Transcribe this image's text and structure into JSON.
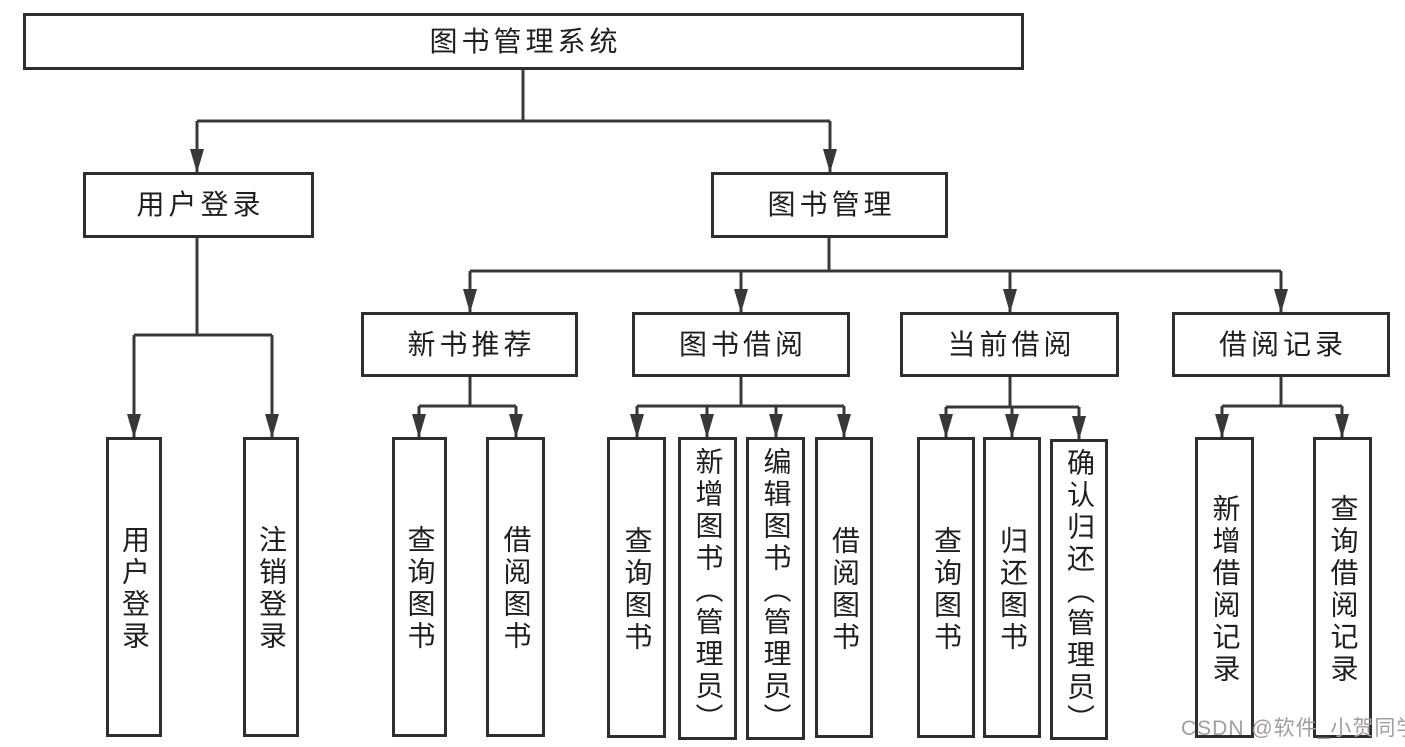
{
  "diagram_title": "图书管理系统",
  "tree": {
    "label": "图书管理系统",
    "children": [
      {
        "label": "用户登录",
        "children": [
          {
            "label": "用户登录"
          },
          {
            "label": "注销登录"
          }
        ]
      },
      {
        "label": "图书管理",
        "children": [
          {
            "label": "新书推荐",
            "children": [
              {
                "label": "查询图书"
              },
              {
                "label": "借阅图书"
              }
            ]
          },
          {
            "label": "图书借阅",
            "children": [
              {
                "label": "查询图书"
              },
              {
                "label": "新增图书（管理员）"
              },
              {
                "label": "编辑图书（管理员）"
              },
              {
                "label": "借阅图书"
              }
            ]
          },
          {
            "label": "当前借阅",
            "children": [
              {
                "label": "查询图书"
              },
              {
                "label": "归还图书"
              },
              {
                "label": "确认归还（管理员）"
              }
            ]
          },
          {
            "label": "借阅记录",
            "children": [
              {
                "label": "新增借阅记录"
              },
              {
                "label": "查询借阅记录"
              }
            ]
          }
        ]
      }
    ]
  },
  "watermark": {
    "text": "CSDN @软件_小贺同学",
    "color": "#a59c9c"
  },
  "colors": {
    "box_border": "#2e2e2e",
    "connector_line": "#383838",
    "text": "#1f1f1f",
    "background": "#ffffff"
  }
}
